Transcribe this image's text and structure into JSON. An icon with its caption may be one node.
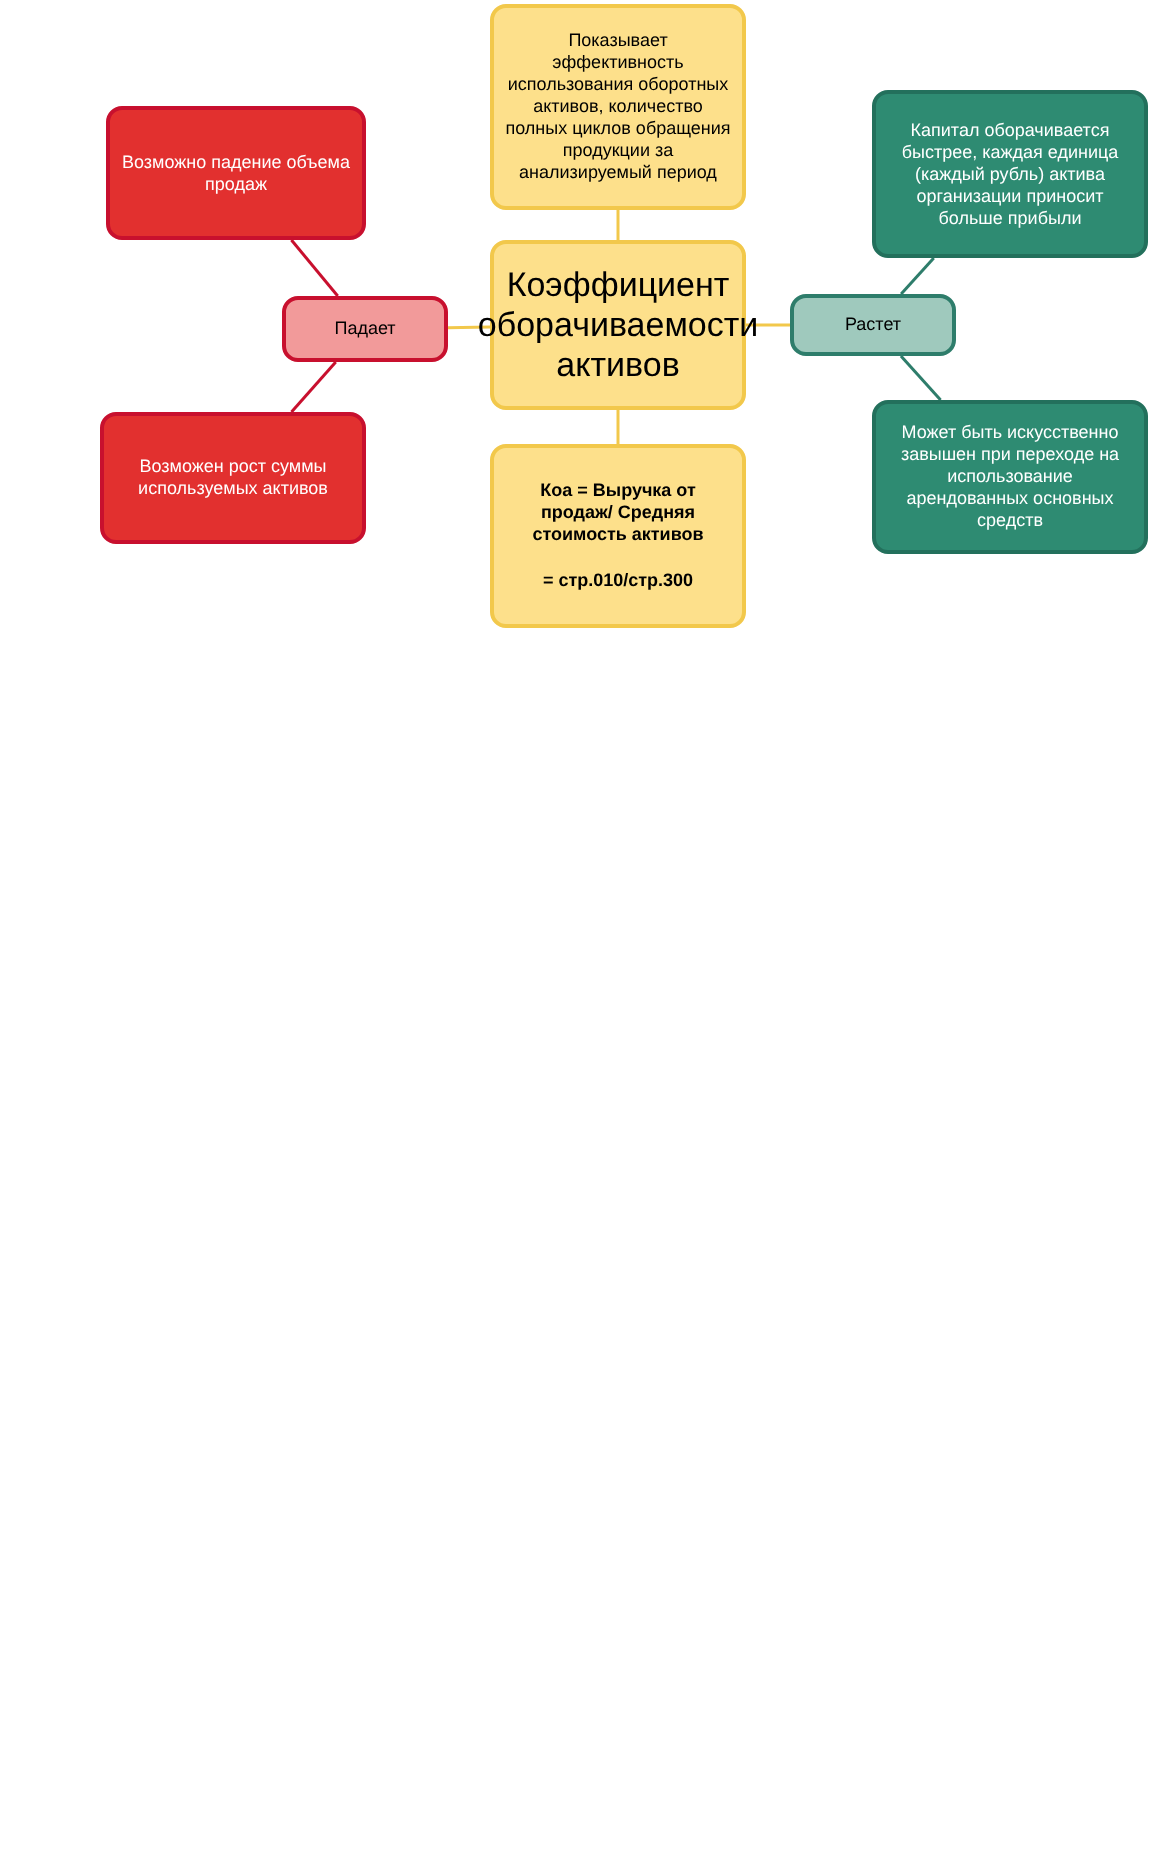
{
  "diagram": {
    "nodes": [
      {
        "text": [
          "Показывает эффективность использования оборотных активов, количество полных циклов обращения продукции за анализируемый период"
        ]
      },
      {
        "text": [
          "Возможно падение объема продаж"
        ]
      },
      {
        "text": [
          "Капитал оборачивается быстрее,   каждая единица (каждый рубль) актива организации приносит больше прибыли"
        ]
      },
      {
        "text": [
          "Падает"
        ]
      },
      {
        "text": [
          "Коэффициент оборачиваемости активов"
        ]
      },
      {
        "text": [
          "Растет"
        ]
      },
      {
        "text": [
          "Возможен рост суммы используемых активов"
        ]
      },
      {
        "text": [
          "Может быть искусственно завышен при переходе на использование арендованных основных средств"
        ]
      },
      {
        "text": [
          "Коа = Выручка от продаж/ Средняя стоимость активов",
          "= стр.010/стр.300"
        ]
      }
    ],
    "edges": [
      {
        "from": 4,
        "to": 0,
        "arrow": "none"
      },
      {
        "from": 4,
        "to": 8,
        "arrow": "none"
      },
      {
        "from": 4,
        "to": 3,
        "arrow": "none"
      },
      {
        "from": 4,
        "to": 5,
        "arrow": "none"
      },
      {
        "from": 3,
        "to": 1,
        "arrow": "none",
        "color": "#c8102e"
      },
      {
        "from": 3,
        "to": 6,
        "arrow": "none",
        "color": "#c8102e"
      },
      {
        "from": 5,
        "to": 2,
        "arrow": "none",
        "color": "#2e7d6b"
      },
      {
        "from": 5,
        "to": 7,
        "arrow": "none",
        "color": "#2e7d6b"
      }
    ]
  }
}
